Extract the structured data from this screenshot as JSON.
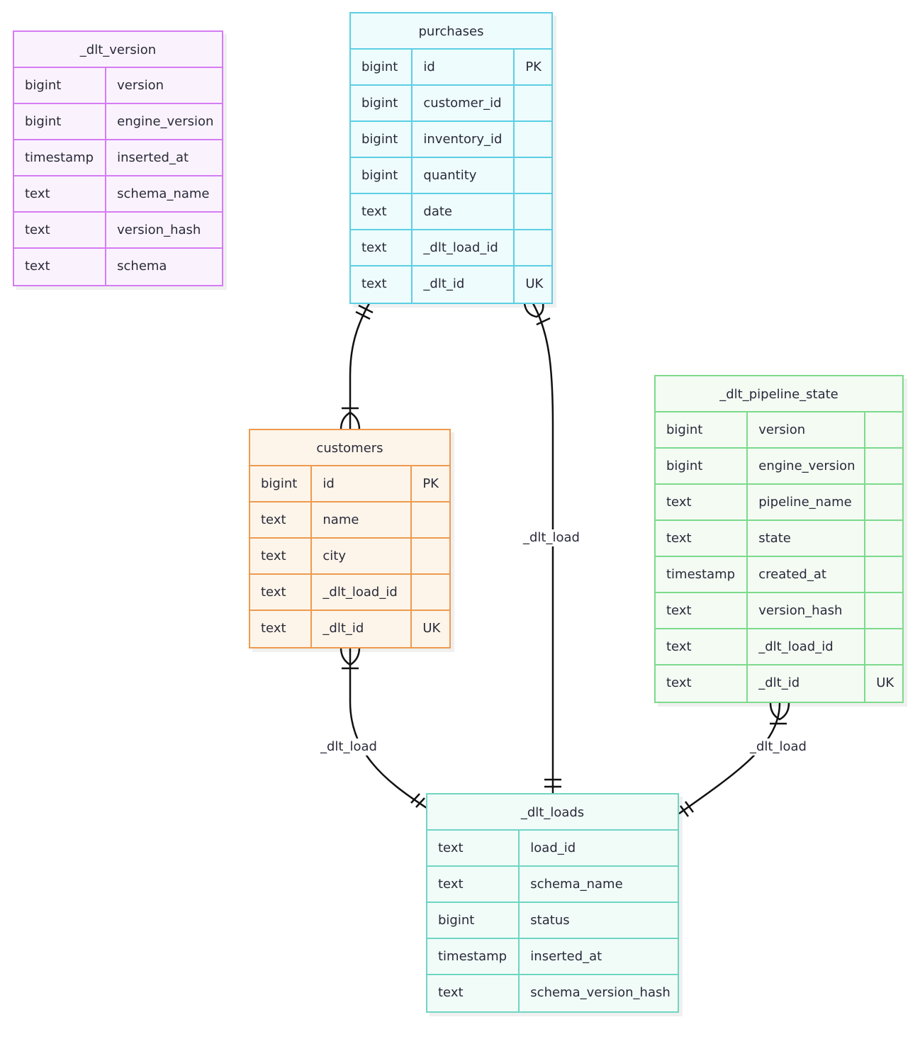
{
  "colors": {
    "dlt_version": {
      "border": "#d57cf3",
      "fill": "#faf3fd"
    },
    "purchases": {
      "border": "#5ccfe4",
      "fill": "#eefcfd"
    },
    "customers": {
      "border": "#ef9a4e",
      "fill": "#fdf5ea"
    },
    "dlt_pipeline_state": {
      "border": "#7dda8c",
      "fill": "#f3fbf3"
    },
    "dlt_loads": {
      "border": "#6fd6c3",
      "fill": "#f1fbf8"
    },
    "edge": "#111111"
  },
  "tables": {
    "dlt_version": {
      "name": "_dlt_version",
      "columns": [
        {
          "type": "bigint",
          "name": "version"
        },
        {
          "type": "bigint",
          "name": "engine_version"
        },
        {
          "type": "timestamp",
          "name": "inserted_at"
        },
        {
          "type": "text",
          "name": "schema_name"
        },
        {
          "type": "text",
          "name": "version_hash"
        },
        {
          "type": "text",
          "name": "schema"
        }
      ]
    },
    "purchases": {
      "name": "purchases",
      "columns": [
        {
          "type": "bigint",
          "name": "id",
          "key": "PK"
        },
        {
          "type": "bigint",
          "name": "customer_id",
          "key": ""
        },
        {
          "type": "bigint",
          "name": "inventory_id",
          "key": ""
        },
        {
          "type": "bigint",
          "name": "quantity",
          "key": ""
        },
        {
          "type": "text",
          "name": "date",
          "key": ""
        },
        {
          "type": "text",
          "name": "_dlt_load_id",
          "key": ""
        },
        {
          "type": "text",
          "name": "_dlt_id",
          "key": "UK"
        }
      ]
    },
    "customers": {
      "name": "customers",
      "columns": [
        {
          "type": "bigint",
          "name": "id",
          "key": "PK"
        },
        {
          "type": "text",
          "name": "name",
          "key": ""
        },
        {
          "type": "text",
          "name": "city",
          "key": ""
        },
        {
          "type": "text",
          "name": "_dlt_load_id",
          "key": ""
        },
        {
          "type": "text",
          "name": "_dlt_id",
          "key": "UK"
        }
      ]
    },
    "dlt_pipeline_state": {
      "name": "_dlt_pipeline_state",
      "columns": [
        {
          "type": "bigint",
          "name": "version",
          "key": ""
        },
        {
          "type": "bigint",
          "name": "engine_version",
          "key": ""
        },
        {
          "type": "text",
          "name": "pipeline_name",
          "key": ""
        },
        {
          "type": "text",
          "name": "state",
          "key": ""
        },
        {
          "type": "timestamp",
          "name": "created_at",
          "key": ""
        },
        {
          "type": "text",
          "name": "version_hash",
          "key": ""
        },
        {
          "type": "text",
          "name": "_dlt_load_id",
          "key": ""
        },
        {
          "type": "text",
          "name": "_dlt_id",
          "key": "UK"
        }
      ]
    },
    "dlt_loads": {
      "name": "_dlt_loads",
      "columns": [
        {
          "type": "text",
          "name": "load_id"
        },
        {
          "type": "text",
          "name": "schema_name"
        },
        {
          "type": "bigint",
          "name": "status"
        },
        {
          "type": "timestamp",
          "name": "inserted_at"
        },
        {
          "type": "text",
          "name": "schema_version_hash"
        }
      ]
    }
  },
  "relationships": [
    {
      "from": "purchases",
      "to": "customers",
      "label": "",
      "from_cardinality": "exactly one",
      "to_cardinality": "one or more"
    },
    {
      "from": "purchases",
      "to": "_dlt_loads",
      "label": "_dlt_load",
      "from_cardinality": "one or more",
      "to_cardinality": "exactly one"
    },
    {
      "from": "customers",
      "to": "_dlt_loads",
      "label": "_dlt_load",
      "from_cardinality": "one or more",
      "to_cardinality": "exactly one"
    },
    {
      "from": "_dlt_pipeline_state",
      "to": "_dlt_loads",
      "label": "_dlt_load",
      "from_cardinality": "one or more",
      "to_cardinality": "exactly one"
    }
  ]
}
